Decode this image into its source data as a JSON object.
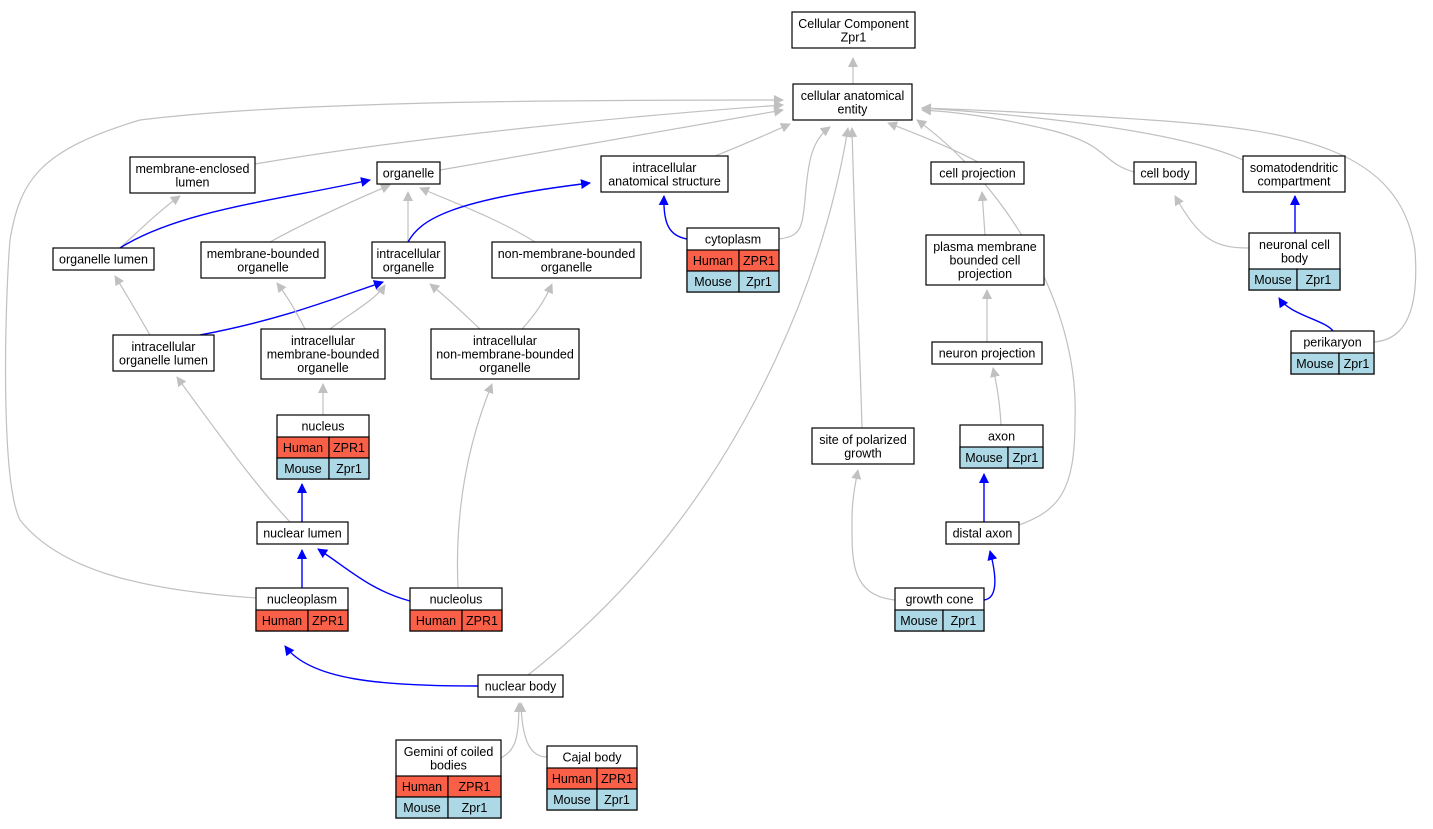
{
  "colors": {
    "is_a_edge": "#c0c0c0",
    "part_of_edge": "#0000ff",
    "human_cell": "#fa6047",
    "mouse_cell": "#add8e6",
    "node_fill": "#ffffff",
    "node_border": "#000000"
  },
  "nodes": [
    {
      "id": "root",
      "lines": [
        "Cellular Component",
        "Zpr1"
      ]
    },
    {
      "id": "cae",
      "lines": [
        "cellular anatomical",
        "entity"
      ]
    },
    {
      "id": "mel",
      "lines": [
        "membrane-enclosed",
        "lumen"
      ]
    },
    {
      "id": "org",
      "lines": [
        "organelle"
      ]
    },
    {
      "id": "ias",
      "lines": [
        "intracellular",
        "anatomical structure"
      ]
    },
    {
      "id": "cp",
      "lines": [
        "cell projection"
      ]
    },
    {
      "id": "cb",
      "lines": [
        "cell body"
      ]
    },
    {
      "id": "sdc",
      "lines": [
        "somatodendritic",
        "compartment"
      ]
    },
    {
      "id": "orgl",
      "lines": [
        "organelle lumen"
      ]
    },
    {
      "id": "mbo",
      "lines": [
        "membrane-bounded",
        "organelle"
      ]
    },
    {
      "id": "io",
      "lines": [
        "intracellular",
        "organelle"
      ]
    },
    {
      "id": "nmbo",
      "lines": [
        "non-membrane-bounded",
        "organelle"
      ]
    },
    {
      "id": "cyto",
      "lines": [
        "cytoplasm"
      ],
      "species": [
        [
          "Human",
          "ZPR1"
        ],
        [
          "Mouse",
          "Zpr1"
        ]
      ]
    },
    {
      "id": "pmbcp",
      "lines": [
        "plasma membrane",
        "bounded cell",
        "projection"
      ]
    },
    {
      "id": "ncb",
      "lines": [
        "neuronal cell",
        "body"
      ],
      "species": [
        [
          "Mouse",
          "Zpr1"
        ]
      ]
    },
    {
      "id": "iol",
      "lines": [
        "intracellular",
        "organelle lumen"
      ]
    },
    {
      "id": "imbo",
      "lines": [
        "intracellular",
        "membrane-bounded",
        "organelle"
      ]
    },
    {
      "id": "inmbo",
      "lines": [
        "intracellular",
        "non-membrane-bounded",
        "organelle"
      ]
    },
    {
      "id": "np",
      "lines": [
        "neuron projection"
      ]
    },
    {
      "id": "peri",
      "lines": [
        "perikaryon"
      ],
      "species": [
        [
          "Mouse",
          "Zpr1"
        ]
      ]
    },
    {
      "id": "nuc",
      "lines": [
        "nucleus"
      ],
      "species": [
        [
          "Human",
          "ZPR1"
        ],
        [
          "Mouse",
          "Zpr1"
        ]
      ]
    },
    {
      "id": "spg",
      "lines": [
        "site of polarized",
        "growth"
      ]
    },
    {
      "id": "axon",
      "lines": [
        "axon"
      ],
      "species": [
        [
          "Mouse",
          "Zpr1"
        ]
      ]
    },
    {
      "id": "nl",
      "lines": [
        "nuclear lumen"
      ]
    },
    {
      "id": "dax",
      "lines": [
        "distal axon"
      ]
    },
    {
      "id": "nplasm",
      "lines": [
        "nucleoplasm"
      ],
      "species": [
        [
          "Human",
          "ZPR1"
        ]
      ]
    },
    {
      "id": "nucleolus",
      "lines": [
        "nucleolus"
      ],
      "species": [
        [
          "Human",
          "ZPR1"
        ]
      ]
    },
    {
      "id": "gc",
      "lines": [
        "growth cone"
      ],
      "species": [
        [
          "Mouse",
          "Zpr1"
        ]
      ]
    },
    {
      "id": "nb",
      "lines": [
        "nuclear body"
      ]
    },
    {
      "id": "gem",
      "lines": [
        "Gemini of coiled",
        "bodies"
      ],
      "species": [
        [
          "Human",
          "ZPR1"
        ],
        [
          "Mouse",
          "Zpr1"
        ]
      ]
    },
    {
      "id": "cajal",
      "lines": [
        "Cajal body"
      ],
      "species": [
        [
          "Human",
          "ZPR1"
        ],
        [
          "Mouse",
          "Zpr1"
        ]
      ]
    }
  ],
  "edges": [
    {
      "from": "cae",
      "to": "root",
      "rel": "is_a"
    },
    {
      "from": "mel",
      "to": "cae",
      "rel": "is_a"
    },
    {
      "from": "org",
      "to": "cae",
      "rel": "is_a"
    },
    {
      "from": "ias",
      "to": "cae",
      "rel": "is_a"
    },
    {
      "from": "cp",
      "to": "cae",
      "rel": "is_a"
    },
    {
      "from": "cb",
      "to": "cae",
      "rel": "is_a"
    },
    {
      "from": "sdc",
      "to": "cae",
      "rel": "is_a"
    },
    {
      "from": "nplasm",
      "to": "cae",
      "rel": "is_a"
    },
    {
      "from": "cyto",
      "to": "cae",
      "rel": "is_a"
    },
    {
      "from": "nb",
      "to": "cae",
      "rel": "is_a"
    },
    {
      "from": "spg",
      "to": "cae",
      "rel": "is_a"
    },
    {
      "from": "dax",
      "to": "cae",
      "rel": "is_a"
    },
    {
      "from": "peri",
      "to": "cae",
      "rel": "is_a"
    },
    {
      "from": "orgl",
      "to": "mel",
      "rel": "is_a"
    },
    {
      "from": "orgl",
      "to": "org",
      "rel": "part_of"
    },
    {
      "from": "mbo",
      "to": "org",
      "rel": "is_a"
    },
    {
      "from": "io",
      "to": "org",
      "rel": "is_a"
    },
    {
      "from": "nmbo",
      "to": "org",
      "rel": "is_a"
    },
    {
      "from": "io",
      "to": "ias",
      "rel": "part_of"
    },
    {
      "from": "cyto",
      "to": "ias",
      "rel": "part_of"
    },
    {
      "from": "pmbcp",
      "to": "cp",
      "rel": "is_a"
    },
    {
      "from": "ncb",
      "to": "cb",
      "rel": "is_a"
    },
    {
      "from": "ncb",
      "to": "sdc",
      "rel": "part_of"
    },
    {
      "from": "iol",
      "to": "orgl",
      "rel": "is_a"
    },
    {
      "from": "iol",
      "to": "io",
      "rel": "part_of"
    },
    {
      "from": "imbo",
      "to": "mbo",
      "rel": "is_a"
    },
    {
      "from": "imbo",
      "to": "io",
      "rel": "is_a"
    },
    {
      "from": "inmbo",
      "to": "io",
      "rel": "is_a"
    },
    {
      "from": "inmbo",
      "to": "nmbo",
      "rel": "is_a"
    },
    {
      "from": "np",
      "to": "pmbcp",
      "rel": "is_a"
    },
    {
      "from": "peri",
      "to": "ncb",
      "rel": "part_of"
    },
    {
      "from": "nuc",
      "to": "imbo",
      "rel": "is_a"
    },
    {
      "from": "axon",
      "to": "np",
      "rel": "is_a"
    },
    {
      "from": "nl",
      "to": "iol",
      "rel": "is_a"
    },
    {
      "from": "nl",
      "to": "nuc",
      "rel": "part_of"
    },
    {
      "from": "dax",
      "to": "axon",
      "rel": "part_of"
    },
    {
      "from": "nplasm",
      "to": "nl",
      "rel": "part_of"
    },
    {
      "from": "nucleolus",
      "to": "nl",
      "rel": "part_of"
    },
    {
      "from": "nucleolus",
      "to": "inmbo",
      "rel": "is_a"
    },
    {
      "from": "gc",
      "to": "spg",
      "rel": "is_a"
    },
    {
      "from": "gc",
      "to": "dax",
      "rel": "part_of"
    },
    {
      "from": "nb",
      "to": "nplasm",
      "rel": "part_of"
    },
    {
      "from": "gem",
      "to": "nb",
      "rel": "is_a"
    },
    {
      "from": "cajal",
      "to": "nb",
      "rel": "is_a"
    }
  ]
}
